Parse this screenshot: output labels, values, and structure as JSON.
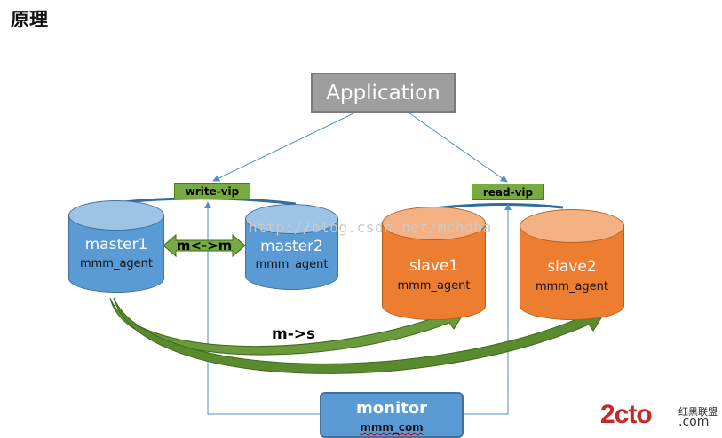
{
  "heading": "原理",
  "application": {
    "label": "Application"
  },
  "write_vip": {
    "label": "write-vip"
  },
  "read_vip": {
    "label": "read-vip"
  },
  "master1": {
    "name": "master1",
    "agent": "mmm_agent"
  },
  "master2": {
    "name": "master2",
    "agent": "mmm_agent"
  },
  "slave1": {
    "name": "slave1",
    "agent": "mmm_agent"
  },
  "slave2": {
    "name": "slave2",
    "agent": "mmm_agent"
  },
  "master_master_link": {
    "label": "m<->m"
  },
  "master_slave_link": {
    "label": "m->s"
  },
  "monitor": {
    "name": "monitor",
    "agent": "mmm_com"
  },
  "watermark": {
    "text": "http://blog.csdn.net/mchdba"
  },
  "logo": {
    "text": "2cto",
    "sub": "红黑联盟",
    "domain": ".com"
  },
  "colors": {
    "master_fill": "#5b9bd5",
    "slave_fill": "#ed7d31",
    "vip_fill": "#77ab3f",
    "app_fill": "#9e9e9e",
    "connector": "#4a90c8",
    "replication_arrow": "#5a8a2e"
  }
}
